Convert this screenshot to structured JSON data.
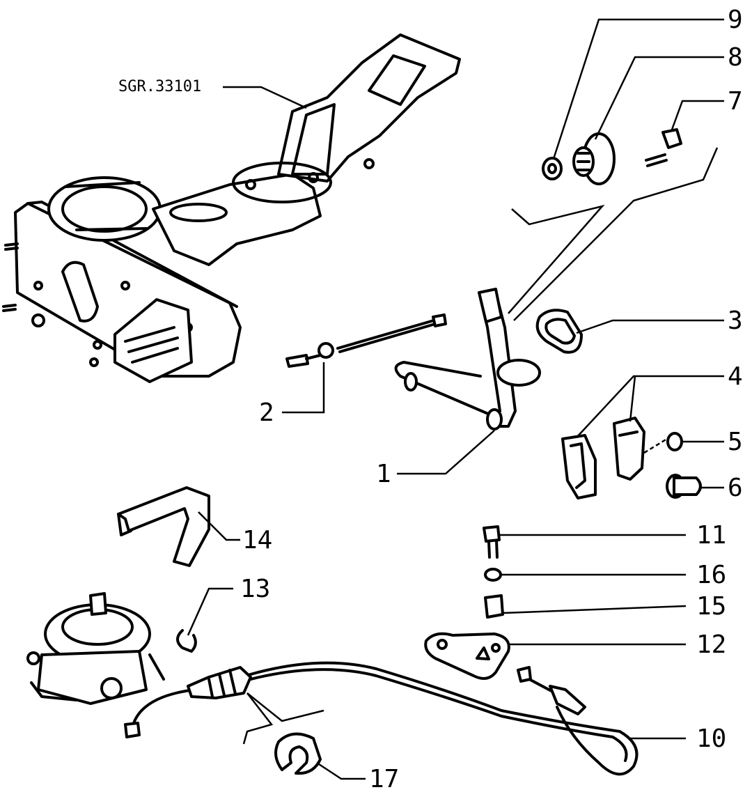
{
  "reference_code": "SGR.33101",
  "callouts": {
    "c1": "1",
    "c2": "2",
    "c3": "3",
    "c4": "4",
    "c5": "5",
    "c6": "6",
    "c7": "7",
    "c8": "8",
    "c9": "9",
    "c10": "10",
    "c11": "11",
    "c12": "12",
    "c13": "13",
    "c14": "14",
    "c15": "15",
    "c16": "16",
    "c17": "17"
  }
}
